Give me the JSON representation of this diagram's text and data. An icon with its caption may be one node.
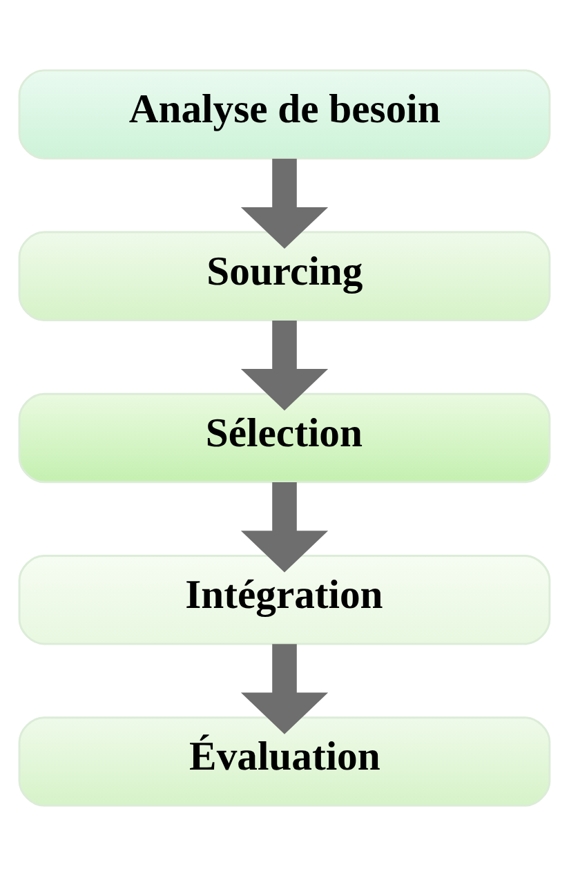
{
  "diagram": {
    "nodes": [
      {
        "text": [
          "Analyse de besoin"
        ]
      },
      {
        "text": [
          "Sourcing"
        ]
      },
      {
        "text": [
          "Sélection"
        ]
      },
      {
        "text": [
          "Intégration"
        ]
      },
      {
        "text": [
          "Évaluation"
        ]
      }
    ],
    "edges": [
      {
        "from": 0,
        "to": 1,
        "arrow": "to"
      },
      {
        "from": 1,
        "to": 2,
        "arrow": "to"
      },
      {
        "from": 2,
        "to": 3,
        "arrow": "to"
      },
      {
        "from": 3,
        "to": 4,
        "arrow": "to"
      }
    ]
  }
}
